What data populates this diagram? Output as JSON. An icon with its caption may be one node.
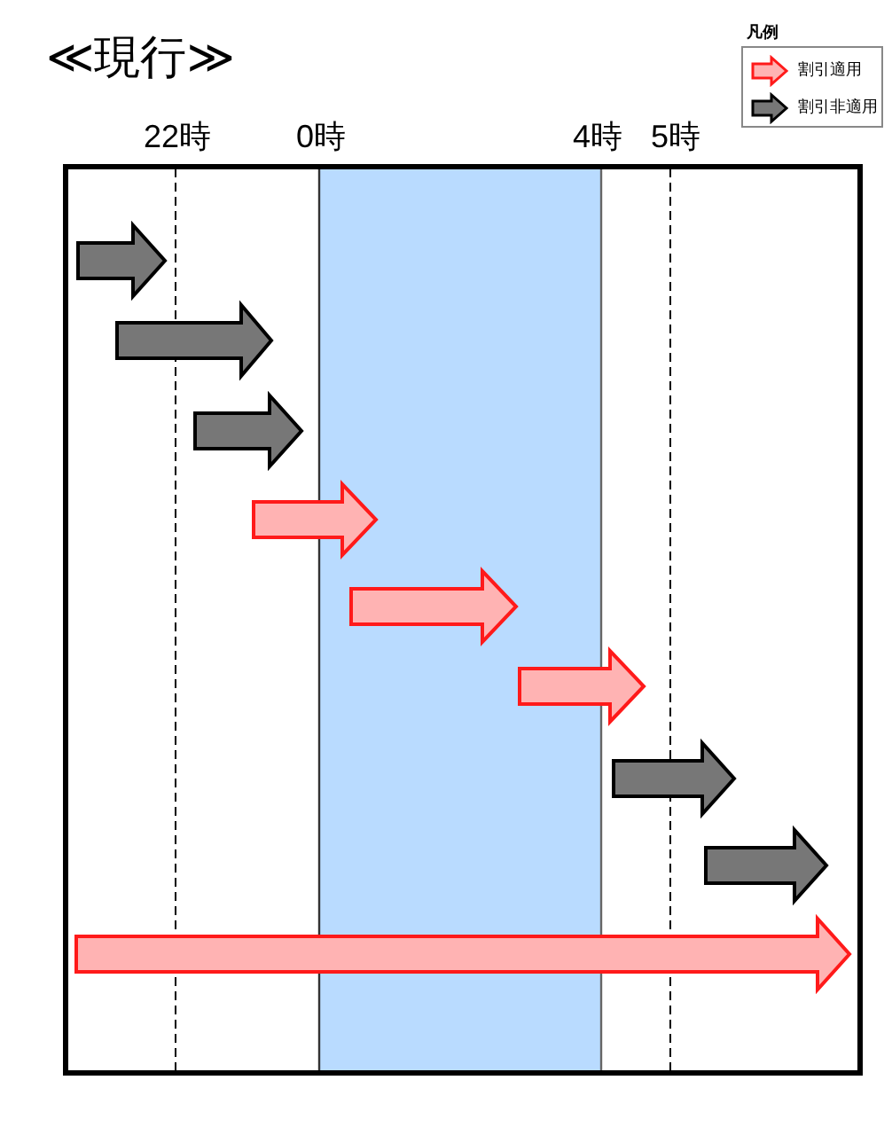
{
  "diagram": {
    "title": "≪現行≫",
    "labels": [
      "凡例",
      "22時",
      "0時",
      "4時",
      "5時"
    ],
    "legend": [
      {
        "text": "割引適用"
      },
      {
        "text": "割引非適用"
      }
    ]
  }
}
